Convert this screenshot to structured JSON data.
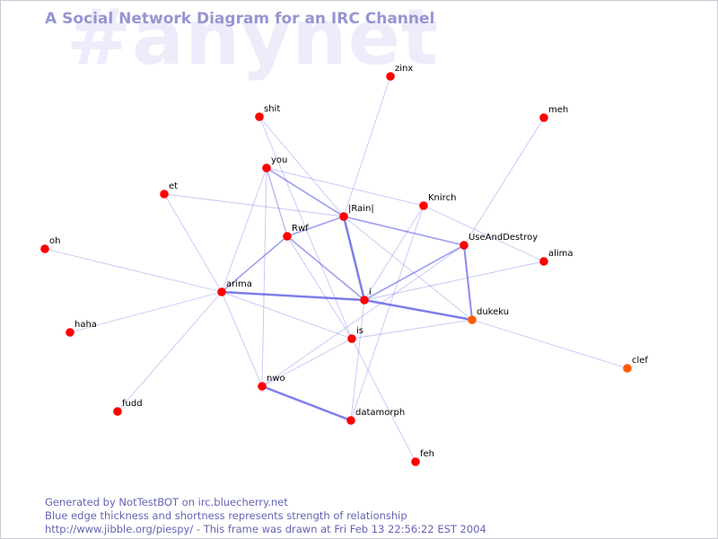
{
  "background_channel": "#anynet",
  "title": "A Social Network Diagram for an IRC Channel",
  "footer": {
    "line1": "Generated by NotTestBOT on irc.bluecherry.net",
    "line2": "Blue edge thickness and shortness represents strength of relationship",
    "line3": "http://www.jibble.org/piespy/ - This frame was drawn at Fri Feb 13 22:56:22 EST 2004"
  },
  "colors": {
    "title": "#9595d2",
    "background_channel": "#ececfb",
    "edge": "#5a5ae6",
    "node_red": "#ff0000",
    "node_orange": "#ff5a00",
    "footer": "#6464b4"
  },
  "nodes": [
    {
      "id": "zinx",
      "label": "zinx",
      "color": "red"
    },
    {
      "id": "meh",
      "label": "meh",
      "color": "red"
    },
    {
      "id": "shit",
      "label": "shit",
      "color": "red"
    },
    {
      "id": "you",
      "label": "you",
      "color": "red"
    },
    {
      "id": "et",
      "label": "et",
      "color": "red"
    },
    {
      "id": "rain",
      "label": "|Rain|",
      "color": "red"
    },
    {
      "id": "knirch",
      "label": "Knirch",
      "color": "red"
    },
    {
      "id": "rwf",
      "label": "Rwf",
      "color": "red"
    },
    {
      "id": "useanddestroy",
      "label": "UseAndDestroy",
      "color": "red"
    },
    {
      "id": "oh",
      "label": "oh",
      "color": "red"
    },
    {
      "id": "alima",
      "label": "alima",
      "color": "red"
    },
    {
      "id": "arima",
      "label": "arima",
      "color": "red"
    },
    {
      "id": "i",
      "label": "i",
      "color": "red"
    },
    {
      "id": "dukeku",
      "label": "dukeku",
      "color": "orange"
    },
    {
      "id": "haha",
      "label": "haha",
      "color": "red"
    },
    {
      "id": "is",
      "label": "is",
      "color": "red"
    },
    {
      "id": "clef",
      "label": "clef",
      "color": "orange"
    },
    {
      "id": "nwo",
      "label": "nwo",
      "color": "red"
    },
    {
      "id": "fudd",
      "label": "fudd",
      "color": "red"
    },
    {
      "id": "datamorph",
      "label": "datamorph",
      "color": "red"
    },
    {
      "id": "feh",
      "label": "feh",
      "color": "red"
    }
  ],
  "edges": [
    {
      "from": "rain",
      "to": "i",
      "strength": 3
    },
    {
      "from": "arima",
      "to": "i",
      "strength": 3
    },
    {
      "from": "i",
      "to": "dukeku",
      "strength": 3
    },
    {
      "from": "nwo",
      "to": "datamorph",
      "strength": 3
    },
    {
      "from": "useanddestroy",
      "to": "dukeku",
      "strength": 2.5
    },
    {
      "from": "i",
      "to": "useanddestroy",
      "strength": 2
    },
    {
      "from": "rwf",
      "to": "rain",
      "strength": 2
    },
    {
      "from": "arima",
      "to": "rwf",
      "strength": 2
    },
    {
      "from": "rain",
      "to": "useanddestroy",
      "strength": 2
    },
    {
      "from": "rwf",
      "to": "i",
      "strength": 2
    },
    {
      "from": "you",
      "to": "rain",
      "strength": 2
    },
    {
      "from": "you",
      "to": "rwf",
      "strength": 1.5
    },
    {
      "from": "zinx",
      "to": "rain",
      "strength": 1
    },
    {
      "from": "shit",
      "to": "rain",
      "strength": 1
    },
    {
      "from": "shit",
      "to": "is",
      "strength": 1
    },
    {
      "from": "you",
      "to": "knirch",
      "strength": 1
    },
    {
      "from": "you",
      "to": "arima",
      "strength": 1
    },
    {
      "from": "you",
      "to": "nwo",
      "strength": 1
    },
    {
      "from": "et",
      "to": "rain",
      "strength": 1
    },
    {
      "from": "et",
      "to": "arima",
      "strength": 1
    },
    {
      "from": "meh",
      "to": "useanddestroy",
      "strength": 1
    },
    {
      "from": "knirch",
      "to": "i",
      "strength": 1
    },
    {
      "from": "knirch",
      "to": "datamorph",
      "strength": 1
    },
    {
      "from": "knirch",
      "to": "alima",
      "strength": 1
    },
    {
      "from": "rain",
      "to": "dukeku",
      "strength": 1
    },
    {
      "from": "i",
      "to": "alima",
      "strength": 1
    },
    {
      "from": "oh",
      "to": "arima",
      "strength": 1
    },
    {
      "from": "arima",
      "to": "haha",
      "strength": 1
    },
    {
      "from": "arima",
      "to": "fudd",
      "strength": 1
    },
    {
      "from": "arima",
      "to": "nwo",
      "strength": 1
    },
    {
      "from": "arima",
      "to": "is",
      "strength": 1
    },
    {
      "from": "is",
      "to": "dukeku",
      "strength": 1
    },
    {
      "from": "is",
      "to": "feh",
      "strength": 1
    },
    {
      "from": "is",
      "to": "nwo",
      "strength": 1
    },
    {
      "from": "i",
      "to": "datamorph",
      "strength": 1
    },
    {
      "from": "dukeku",
      "to": "clef",
      "strength": 1
    },
    {
      "from": "rwf",
      "to": "is",
      "strength": 1
    },
    {
      "from": "nwo",
      "to": "useanddestroy",
      "strength": 1
    }
  ]
}
